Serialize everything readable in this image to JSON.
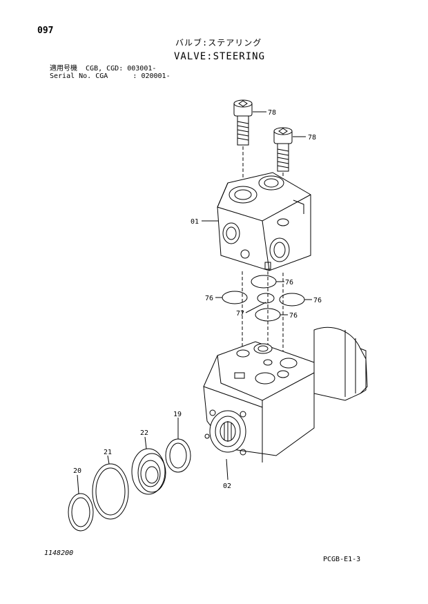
{
  "header": {
    "page_number": "097",
    "title_jp": "バルブ:ステアリング",
    "title_en": "VALVE:STEERING",
    "serial_line_1": "適用号機  CGB, CGD: 003001-",
    "serial_line_2": "Serial No. CGA      : 020001-"
  },
  "footer": {
    "drawing_number": "1148200",
    "page_code": "PCGB-E1-3"
  },
  "callouts": {
    "bolt_upper": "78",
    "bolt_lower": "78",
    "valve_block": "01",
    "oring_right_top": "76",
    "oring_left": "76",
    "oring_right_mid": "76",
    "oring_center": "77",
    "oring_bottom": "76",
    "ring_19": "19",
    "seal_22": "22",
    "ring_21": "21",
    "ring_20": "20",
    "housing": "02"
  }
}
